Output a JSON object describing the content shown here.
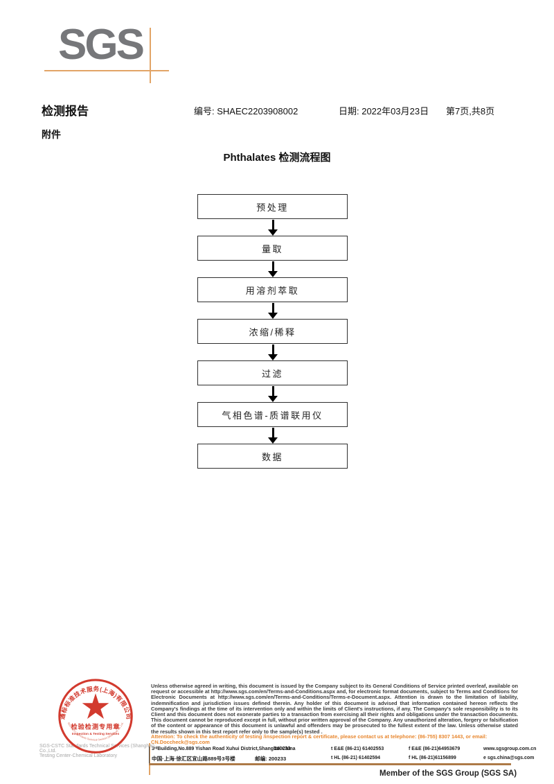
{
  "header": {
    "logo_text": "SGS",
    "report_title": "检测报告",
    "report_no": "编号: SHAEC2203908002",
    "date": "日期: 2022年03月23日",
    "page_info": "第7页,共8页",
    "attachment_label": "附件"
  },
  "main": {
    "title": "Phthalates 检测流程图",
    "flowchart": {
      "steps": [
        "预处理",
        "量取",
        "用溶剂萃取",
        "浓缩/稀释",
        "过滤",
        "气相色谱-质谱联用仪",
        "数据"
      ]
    }
  },
  "stamp": {
    "arc_company_cn": "通标标准技术服务(上海)有限公司",
    "arc_company_en": "SGS-CSTC Standards Technical Services (Shanghai) Co.,Ltd.",
    "center_line_cn": "检验检测专用章",
    "center_line_en": "Inspection & Testing Services",
    "company_en": "SGS-CSTC Standards Technical Services (Shanghai) Co.,Ltd.",
    "lab_en": "Testing Center-Chemical Laboratory"
  },
  "disclaimer": {
    "body": "Unless otherwise agreed in writing, this document is issued by the Company subject to its General Conditions of Service printed overleaf, available on request or accessible at http://www.sgs.com/en/Terms-and-Conditions.aspx and, for electronic format documents, subject to Terms and Conditions for Electronic Documents at http://www.sgs.com/en/Terms-and-Conditions/Terms-e-Document.aspx. Attention is drawn to the limitation of liability, indemnification and jurisdiction issues defined therein. Any holder of this document is advised that information contained hereon reflects the Company's findings at the time of its intervention only and within the limits of Client's instructions, if any. The Company's sole responsibility is to its Client and this document does not exonerate parties to a transaction from exercising all their rights and obligations under the transaction documents. This document cannot be reproduced except in full, without prior written approval of the Company. Any unauthorized alteration, forgery or falsification of the content or appearance of this document is unlawful and offenders may be prosecuted to the fullest extent of the law. Unless otherwise stated the results shown in this test report refer only to the sample(s) tested .",
    "attention": "Attention: To check the authenticity of testing /inspection report & certificate, please contact us at telephone: (86-755) 8307 1443, or email: CN.Doccheck@sgs.com"
  },
  "footer": {
    "address_en": "3ʳᵈBuilding,No.889 Yishan Road Xuhui District,Shanghai China",
    "postcode_en": "200233",
    "tel_en": "t E&E (86-21) 61402553",
    "fax_en": "f E&E (86-21)64953679",
    "website": "www.sgsgroup.com.cn",
    "address_cn": "中国·上海·徐汇区宜山路889号3号楼",
    "postcode_cn": "邮编: 200233",
    "tel_cn": "t HL (86-21) 61402594",
    "fax_cn": "f HL (86-21)61156899",
    "email": "e  sgs.china@sgs.com",
    "member": "Member of the SGS Group (SGS SA)"
  },
  "colors": {
    "stamp_red": "#d23a2e",
    "attention_orange": "#e8872f",
    "crosshair_orange": "#e2a466",
    "rule_brown": "#ad7a47",
    "logo_gray": "#76777a"
  }
}
